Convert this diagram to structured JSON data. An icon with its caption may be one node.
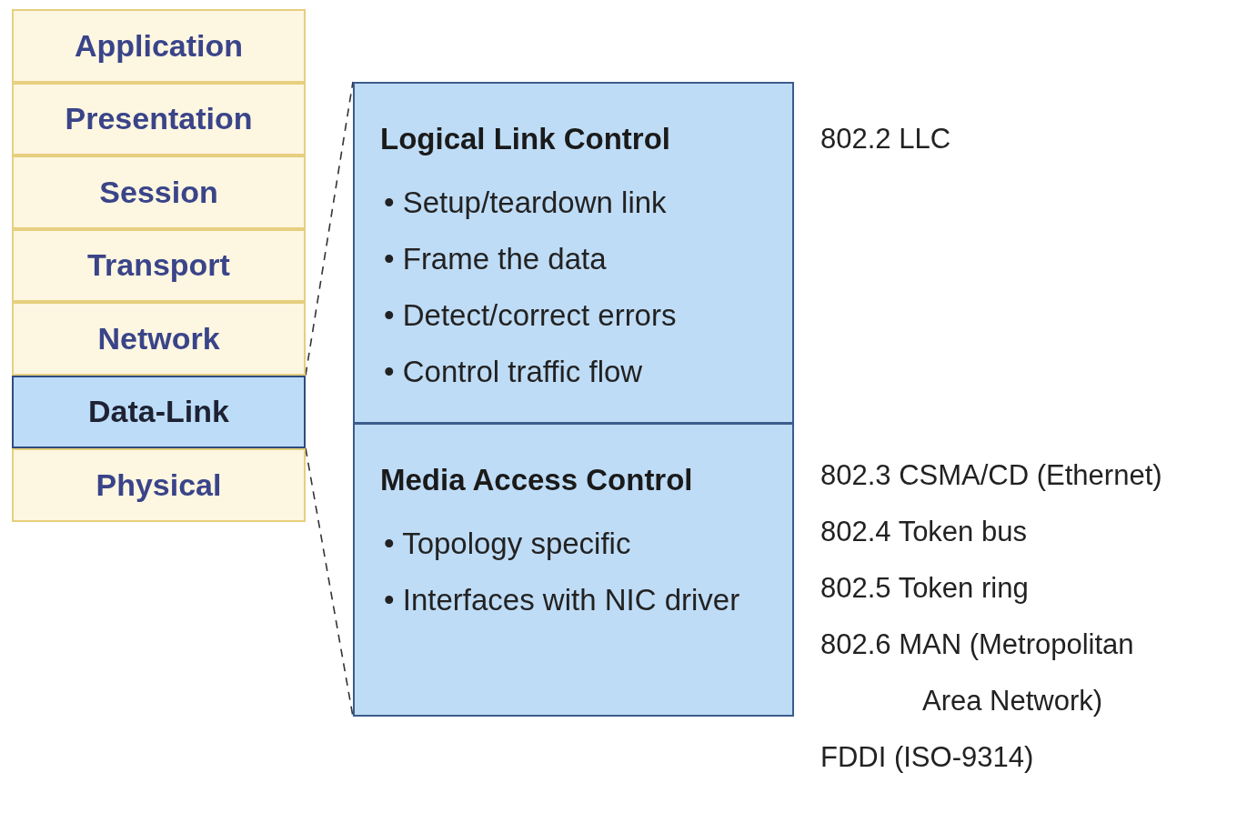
{
  "diagram": {
    "nodes": [
      {
        "text": [
          "Application"
        ]
      },
      {
        "text": [
          "Presentation"
        ]
      },
      {
        "text": [
          "Session"
        ]
      },
      {
        "text": [
          "Transport"
        ]
      },
      {
        "text": [
          "Network"
        ]
      },
      {
        "text": [
          "Data-Link"
        ]
      },
      {
        "text": [
          "Physical"
        ]
      },
      {
        "text": [
          "Logical Link Control",
          "• Setup/teardown link",
          "• Frame the data",
          "• Detect/correct errors",
          "• Control traffic flow"
        ],
        "beside": [
          "802.2 LLC"
        ]
      },
      {
        "text": [
          "Media Access Control",
          "• Topology specific",
          "• Interfaces with NIC driver"
        ],
        "beside": [
          "802.3 CSMA/CD (Ethernet)",
          "802.4 Token bus",
          "802.5 Token ring",
          "802.6 MAN (Metropolitan Area Network)",
          "FDDI (ISO-9314)"
        ]
      }
    ],
    "edges": [
      {
        "from": 5,
        "to": 7,
        "arrow": "none",
        "style": "dashed"
      },
      {
        "from": 5,
        "to": 8,
        "arrow": "none",
        "style": "dashed"
      }
    ]
  }
}
